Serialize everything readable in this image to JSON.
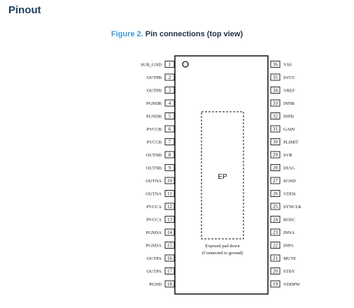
{
  "section": {
    "title": "Pinout"
  },
  "figure": {
    "label": "Figure 2.",
    "title": "Pin connections (top view)"
  },
  "package": {
    "pad_label": "EP",
    "pad_note_line1": "Exposed pad down",
    "pad_note_line2": "(Connected to ground)"
  },
  "pins_left": [
    {
      "num": "1",
      "name": "SUB_GND"
    },
    {
      "num": "2",
      "name": "OUTPB"
    },
    {
      "num": "3",
      "name": "OUTPB"
    },
    {
      "num": "4",
      "name": "PGNDB"
    },
    {
      "num": "5",
      "name": "PGNDB"
    },
    {
      "num": "6",
      "name": "PVCCB"
    },
    {
      "num": "7",
      "name": "PVCCB"
    },
    {
      "num": "8",
      "name": "OUTNB"
    },
    {
      "num": "9",
      "name": "OUTNB"
    },
    {
      "num": "10",
      "name": "OUTNA"
    },
    {
      "num": "11",
      "name": "OUTNA"
    },
    {
      "num": "12",
      "name": "PVCCA"
    },
    {
      "num": "13",
      "name": "PVCCA"
    },
    {
      "num": "14",
      "name": "PGNDA"
    },
    {
      "num": "15",
      "name": "PGNDA"
    },
    {
      "num": "16",
      "name": "OUTPA"
    },
    {
      "num": "17",
      "name": "OUTPA"
    },
    {
      "num": "18",
      "name": "PGND"
    }
  ],
  "pins_right": [
    {
      "num": "36",
      "name": "VSS"
    },
    {
      "num": "35",
      "name": "SVCC"
    },
    {
      "num": "34",
      "name": "VREF"
    },
    {
      "num": "33",
      "name": "INNB"
    },
    {
      "num": "32",
      "name": "INPB"
    },
    {
      "num": "31",
      "name": "GAIN"
    },
    {
      "num": "30",
      "name": "PLIMIT"
    },
    {
      "num": "29",
      "name": "SVR"
    },
    {
      "num": "28",
      "name": "DIAG"
    },
    {
      "num": "27",
      "name": "SGND"
    },
    {
      "num": "26",
      "name": "VDDS"
    },
    {
      "num": "25",
      "name": "SYNCLK"
    },
    {
      "num": "24",
      "name": "ROSC"
    },
    {
      "num": "23",
      "name": "INNA"
    },
    {
      "num": "22",
      "name": "INPA"
    },
    {
      "num": "21",
      "name": "MUTE"
    },
    {
      "num": "20",
      "name": "STBY"
    },
    {
      "num": "19",
      "name": "VDDPW"
    }
  ]
}
